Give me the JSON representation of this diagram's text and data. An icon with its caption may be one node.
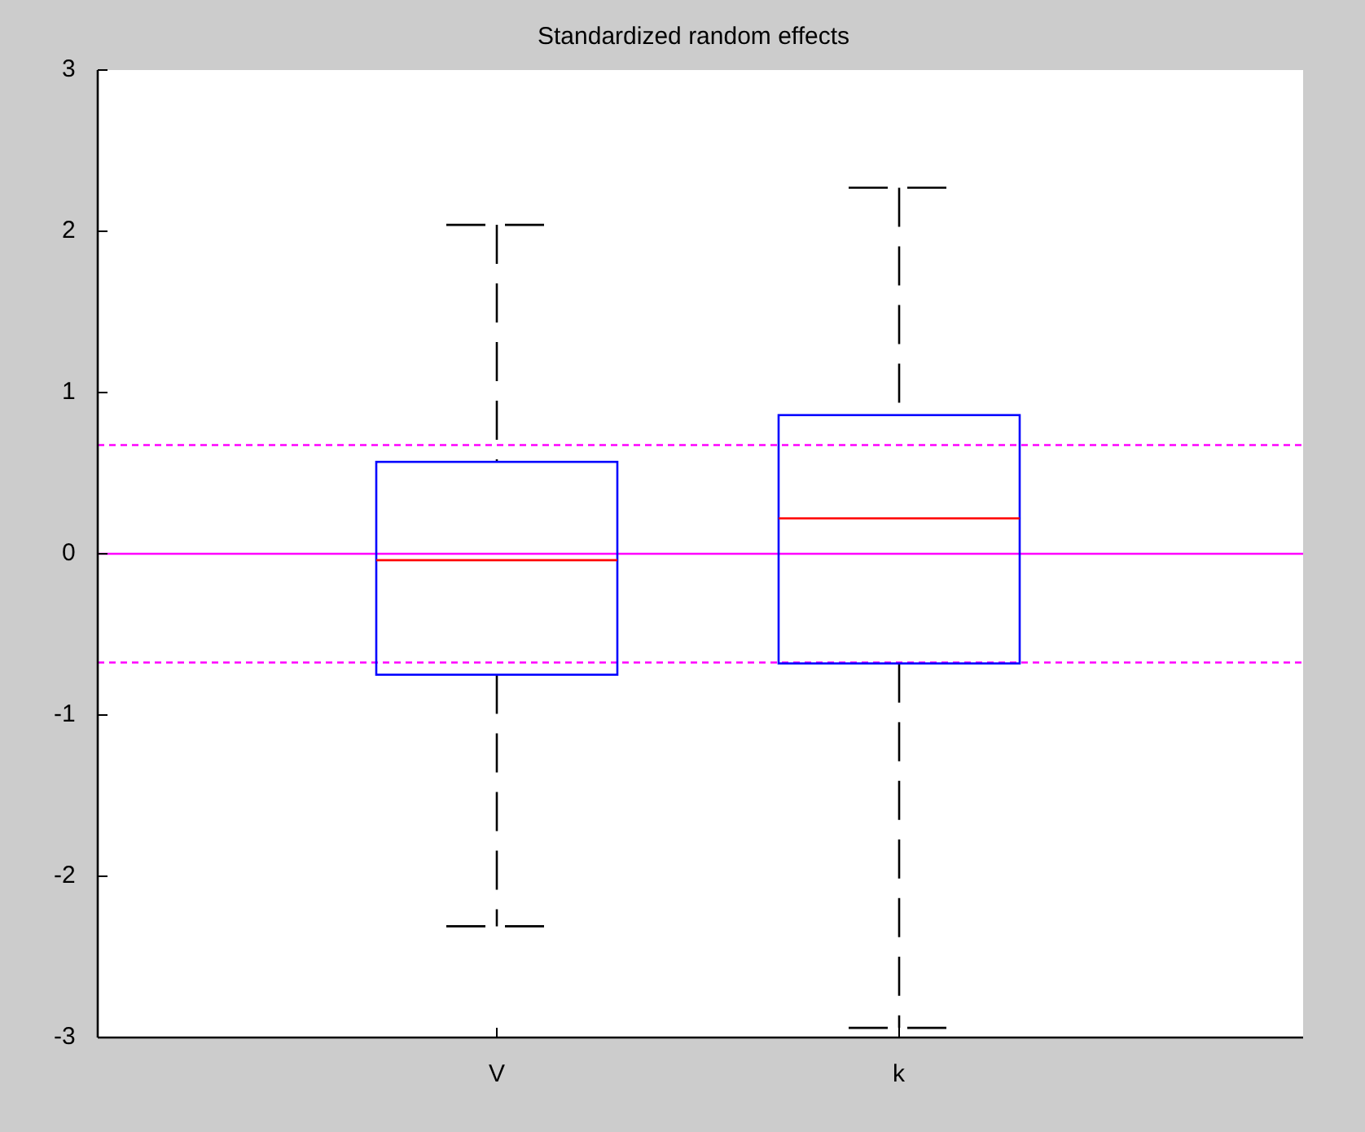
{
  "diagram": {
    "title": "Standardized random effects",
    "labels": [
      "3",
      "2",
      "1",
      "0",
      "-1",
      "-2",
      "-3",
      "V",
      "k"
    ]
  }
}
